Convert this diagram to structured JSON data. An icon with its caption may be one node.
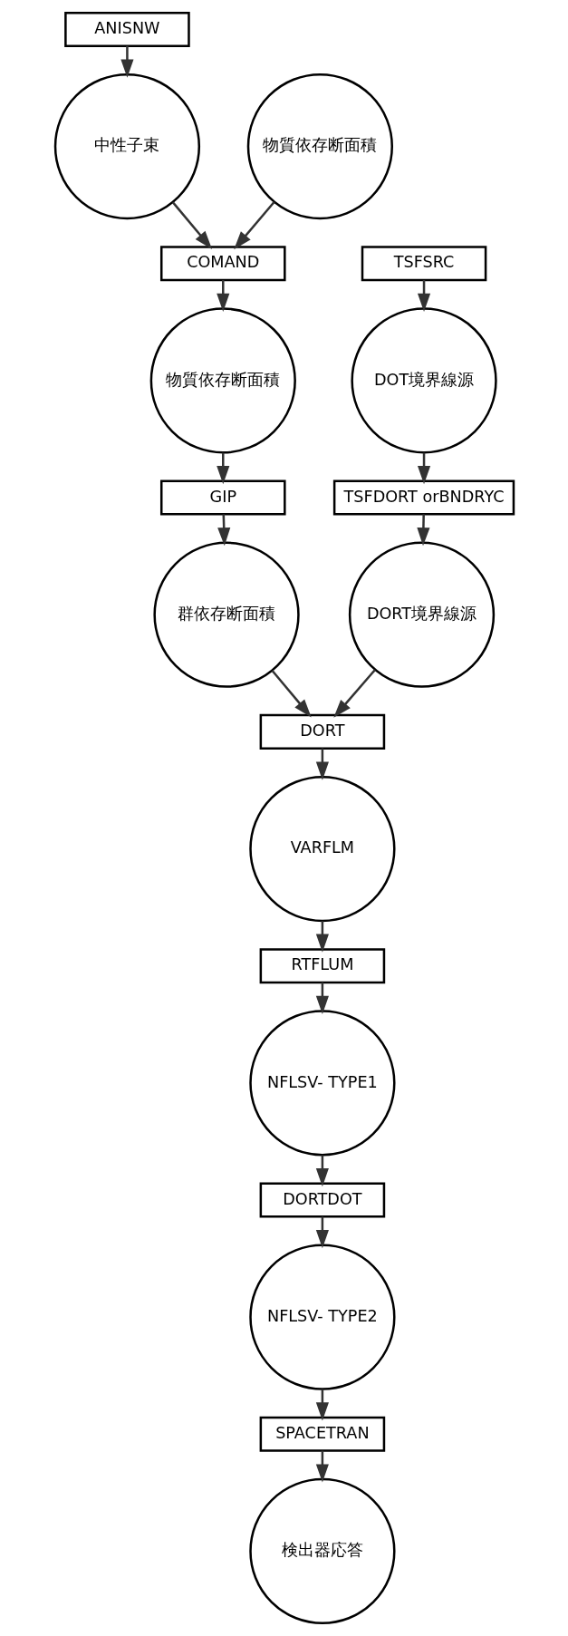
{
  "diagram": {
    "nodes": [
      {
        "text": [
          "ANISNW"
        ]
      },
      {
        "text": [
          "物質依存断面積"
        ]
      },
      {
        "text": [
          "中性子束"
        ]
      },
      {
        "text": [
          "COMAND"
        ]
      },
      {
        "text": [
          "物質依存断面積"
        ]
      },
      {
        "text": [
          "GIP"
        ]
      },
      {
        "text": [
          "群依存断面積"
        ]
      },
      {
        "text": [
          "TSFSRC"
        ]
      },
      {
        "text": [
          "DOT境界線源"
        ]
      },
      {
        "text": [
          "TSFDORT orBNDRYC"
        ]
      },
      {
        "text": [
          "DORT境界線源"
        ]
      },
      {
        "text": [
          "DORT"
        ]
      },
      {
        "text": [
          "VARFLM"
        ]
      },
      {
        "text": [
          "RTFLUM"
        ]
      },
      {
        "text": [
          "NFLSV- TYPE1"
        ]
      },
      {
        "text": [
          "DORTDOT"
        ]
      },
      {
        "text": [
          "NFLSV- TYPE2"
        ]
      },
      {
        "text": [
          "SPACETRAN"
        ]
      },
      {
        "text": [
          "検出器応答"
        ]
      }
    ],
    "edges": [
      {
        "from": 0,
        "to": 2,
        "arrow": "to"
      },
      {
        "from": 1,
        "to": 3,
        "arrow": "to"
      },
      {
        "from": 2,
        "to": 3,
        "arrow": "to"
      },
      {
        "from": 3,
        "to": 4,
        "arrow": "to"
      },
      {
        "from": 4,
        "to": 5,
        "arrow": "to"
      },
      {
        "from": 5,
        "to": 6,
        "arrow": "to"
      },
      {
        "from": 6,
        "to": 11,
        "arrow": "to"
      },
      {
        "from": 7,
        "to": 8,
        "arrow": "to"
      },
      {
        "from": 8,
        "to": 9,
        "arrow": "to"
      },
      {
        "from": 9,
        "to": 10,
        "arrow": "to"
      },
      {
        "from": 10,
        "to": 11,
        "arrow": "to"
      },
      {
        "from": 11,
        "to": 12,
        "arrow": "to"
      },
      {
        "from": 12,
        "to": 13,
        "arrow": "to"
      },
      {
        "from": 13,
        "to": 14,
        "arrow": "to"
      },
      {
        "from": 14,
        "to": 15,
        "arrow": "to"
      },
      {
        "from": 15,
        "to": 16,
        "arrow": "to"
      },
      {
        "from": 16,
        "to": 17,
        "arrow": "to"
      },
      {
        "from": 17,
        "to": 18,
        "arrow": "to"
      }
    ]
  }
}
